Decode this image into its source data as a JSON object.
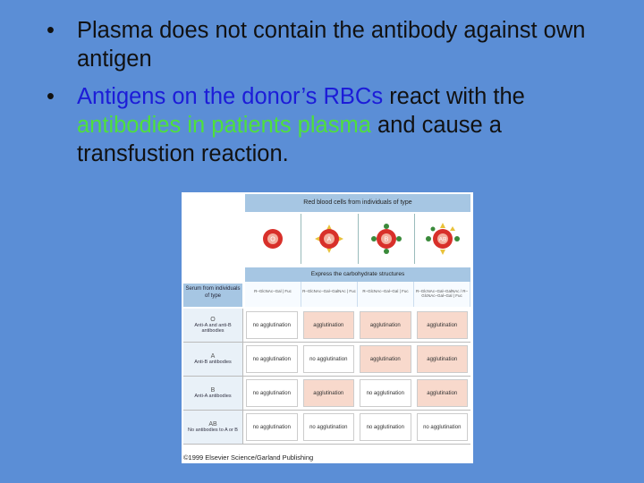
{
  "bullets": [
    {
      "parts": [
        {
          "text": "Plasma does not contain the antibody against own antigen",
          "color": "black"
        }
      ]
    },
    {
      "parts": [
        {
          "text": "Antigens on the donor’s RBCs",
          "color": "blue"
        },
        {
          "text": " react with the ",
          "color": "black"
        },
        {
          "text": "antibodies in patients plasma",
          "color": "green"
        },
        {
          "text": " and cause a transfustion reaction.",
          "color": "black"
        }
      ]
    }
  ],
  "figure": {
    "header": "Red blood cells from individuals of type",
    "cell_types": [
      "O",
      "A",
      "B",
      "AB"
    ],
    "carb_header": "Express the carbohydrate structures",
    "carb_structures": [
      "R–GlcNAc–Gal | Fuc",
      "R–GlcNAc–Gal–GalNAc | Fuc",
      "R–GlcNAc–Gal–Gal | Fuc",
      "R–GlcNAc–Gal–GalNAc / R–GlcNAc–Gal–Gal | Fuc"
    ],
    "serum_header": "Serum from individuals of type",
    "rows": [
      {
        "type": "O",
        "antibodies": "Anti-A and anti-B antibodies",
        "results": [
          "no agglutination",
          "agglutination",
          "agglutination",
          "agglutination"
        ]
      },
      {
        "type": "A",
        "antibodies": "Anti-B antibodies",
        "results": [
          "no agglutination",
          "no agglutination",
          "agglutination",
          "agglutination"
        ]
      },
      {
        "type": "B",
        "antibodies": "Anti-A antibodies",
        "results": [
          "no agglutination",
          "agglutination",
          "no agglutination",
          "agglutination"
        ]
      },
      {
        "type": "AB",
        "antibodies": "No antibodies to A or B",
        "results": [
          "no agglutination",
          "no agglutination",
          "no agglutination",
          "no agglutination"
        ]
      }
    ],
    "credit": "©1999 Elsevier Science/Garland Publishing"
  },
  "colors": {
    "background": "#5b8ed6",
    "blue_text": "#1c1cd8",
    "green_text": "#4ee03c"
  }
}
